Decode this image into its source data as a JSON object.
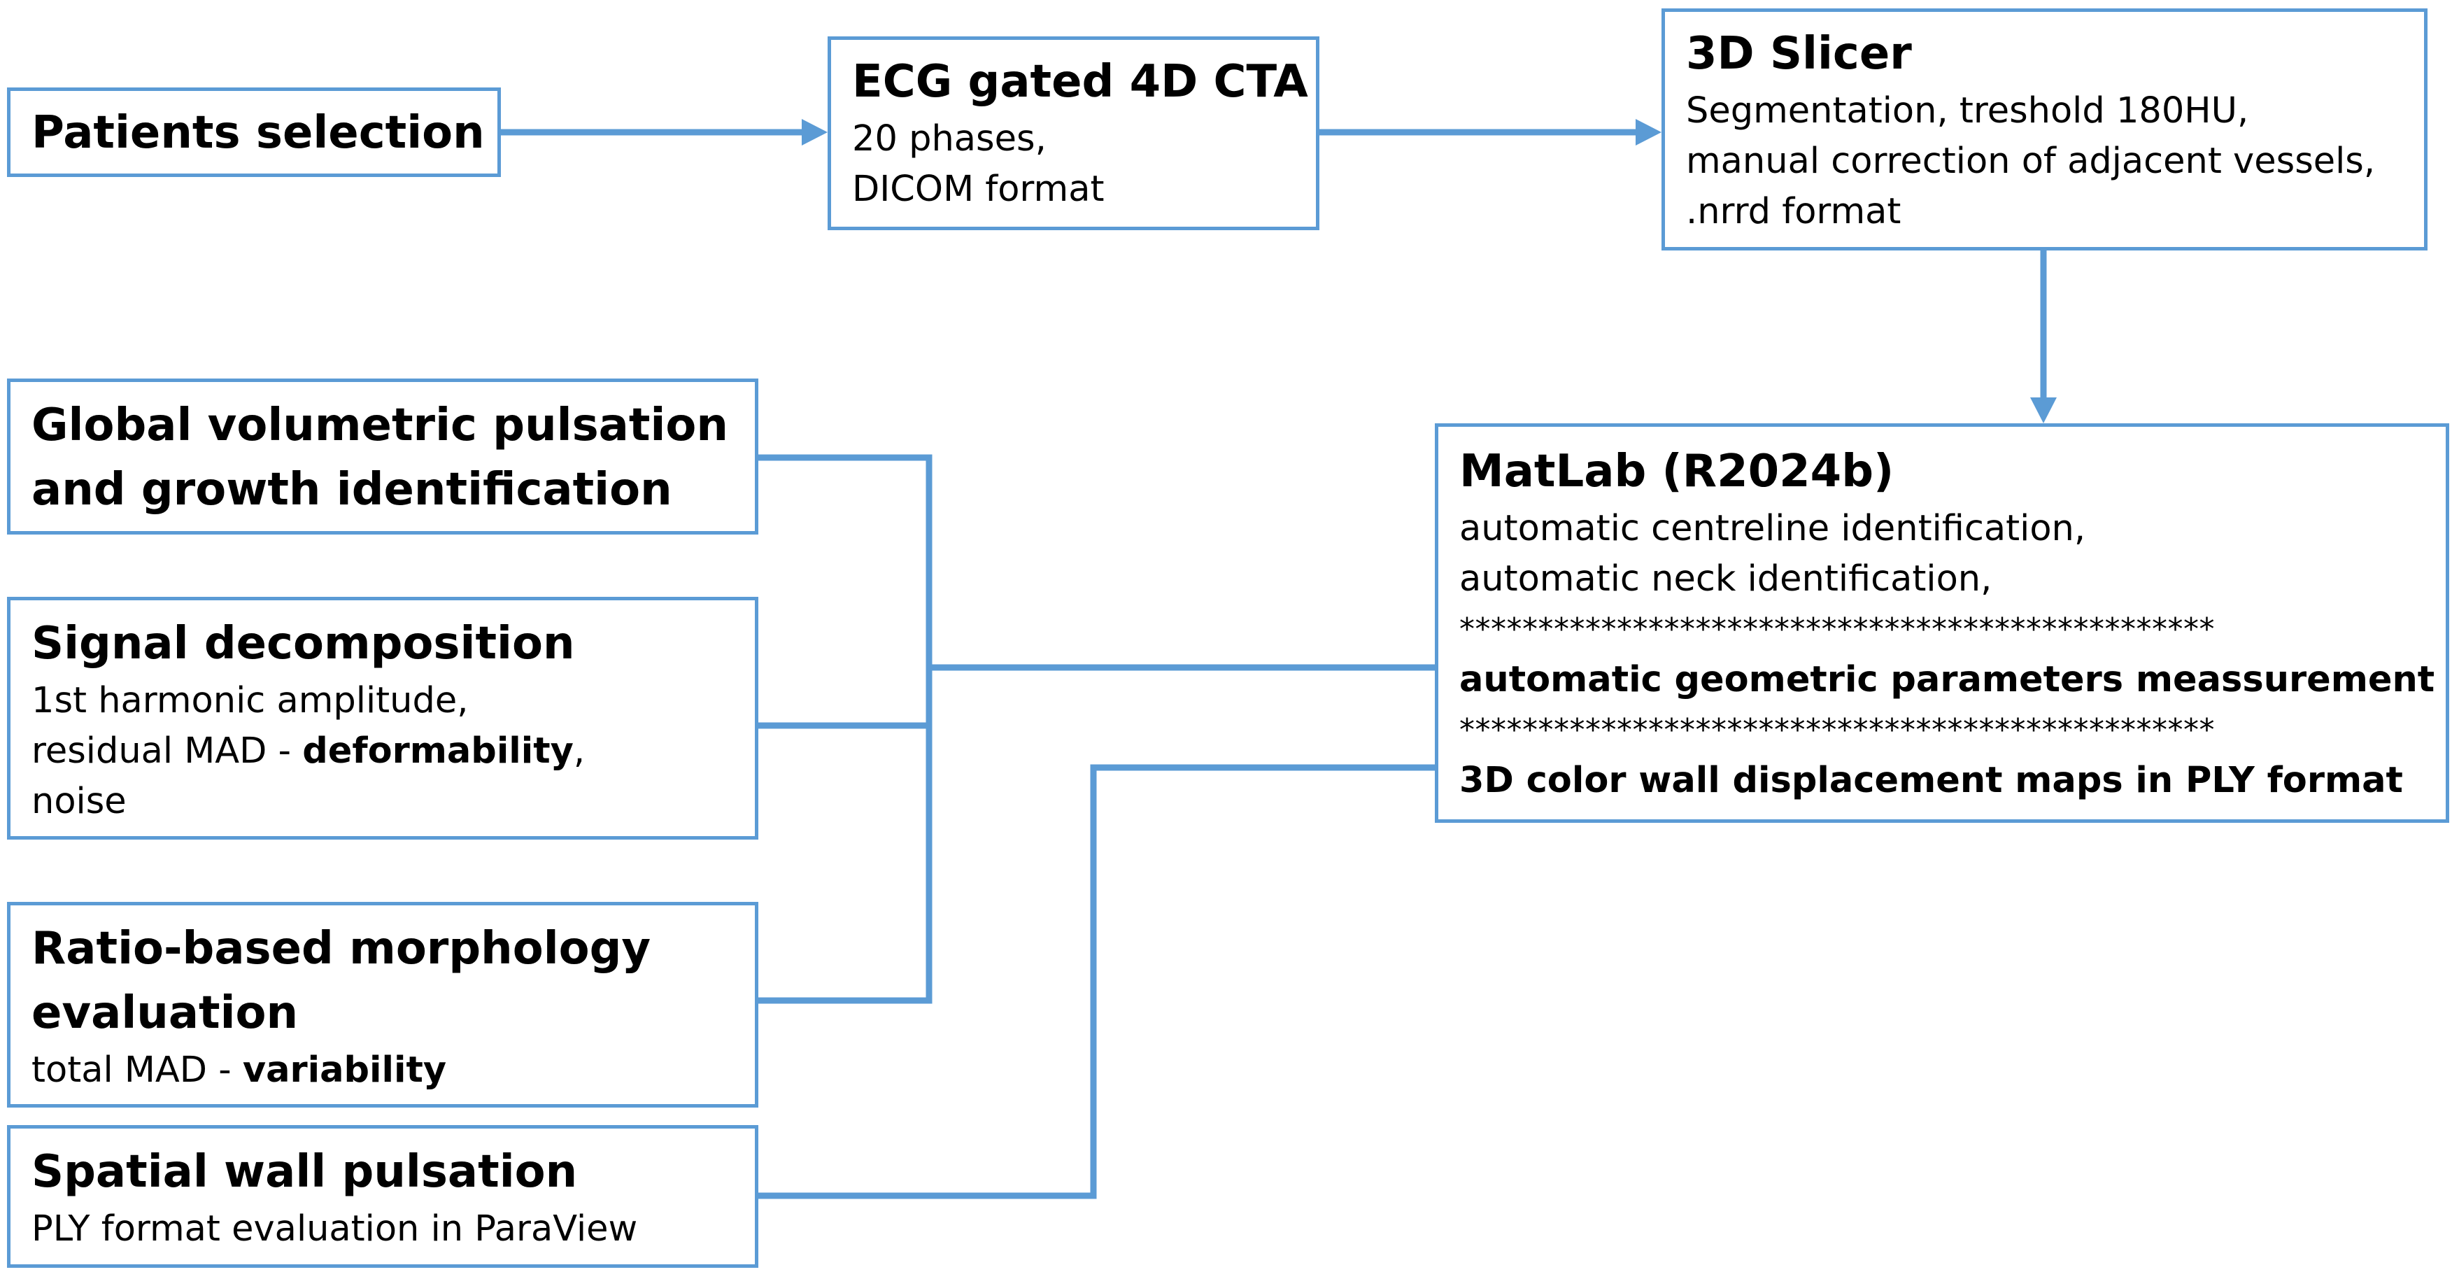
{
  "nodes": {
    "patients": {
      "title": "Patients selection"
    },
    "ecg": {
      "title": "ECG gated 4D CTA",
      "lines": [
        "20 phases,",
        "DICOM format"
      ]
    },
    "slicer": {
      "title": "3D Slicer",
      "lines": [
        "Segmentation, treshold 180HU,",
        "manual correction of adjacent vessels,",
        ".nrrd format"
      ]
    },
    "matlab": {
      "title": "MatLab (R2024b)",
      "lines": [
        "automatic centreline identification,",
        "automatic neck identification,"
      ],
      "separator": "************************************************",
      "bold_line_1": "automatic geometric  parameters meassurement",
      "bold_line_2": "3D color wall displacement maps in PLY format"
    },
    "global": {
      "title_1": "Global volumetric pulsation",
      "title_2": "and growth identification"
    },
    "signal": {
      "title": "Signal decomposition",
      "line_1": "1st harmonic amplitude,",
      "line_2_prefix": "residual MAD - ",
      "line_2_bold": "deformability",
      "line_2_suffix": ",",
      "line_3": "noise"
    },
    "ratio": {
      "title_1": "Ratio-based morphology",
      "title_2": "evaluation",
      "line_prefix": "total MAD - ",
      "line_bold": "variability"
    },
    "spatial": {
      "title": "Spatial wall pulsation",
      "line": "PLY format evaluation in ParaView"
    }
  },
  "colors": {
    "box_border": "#5b9bd5",
    "connector": "#5b9bd5",
    "text": "#000000",
    "background": "#ffffff"
  }
}
